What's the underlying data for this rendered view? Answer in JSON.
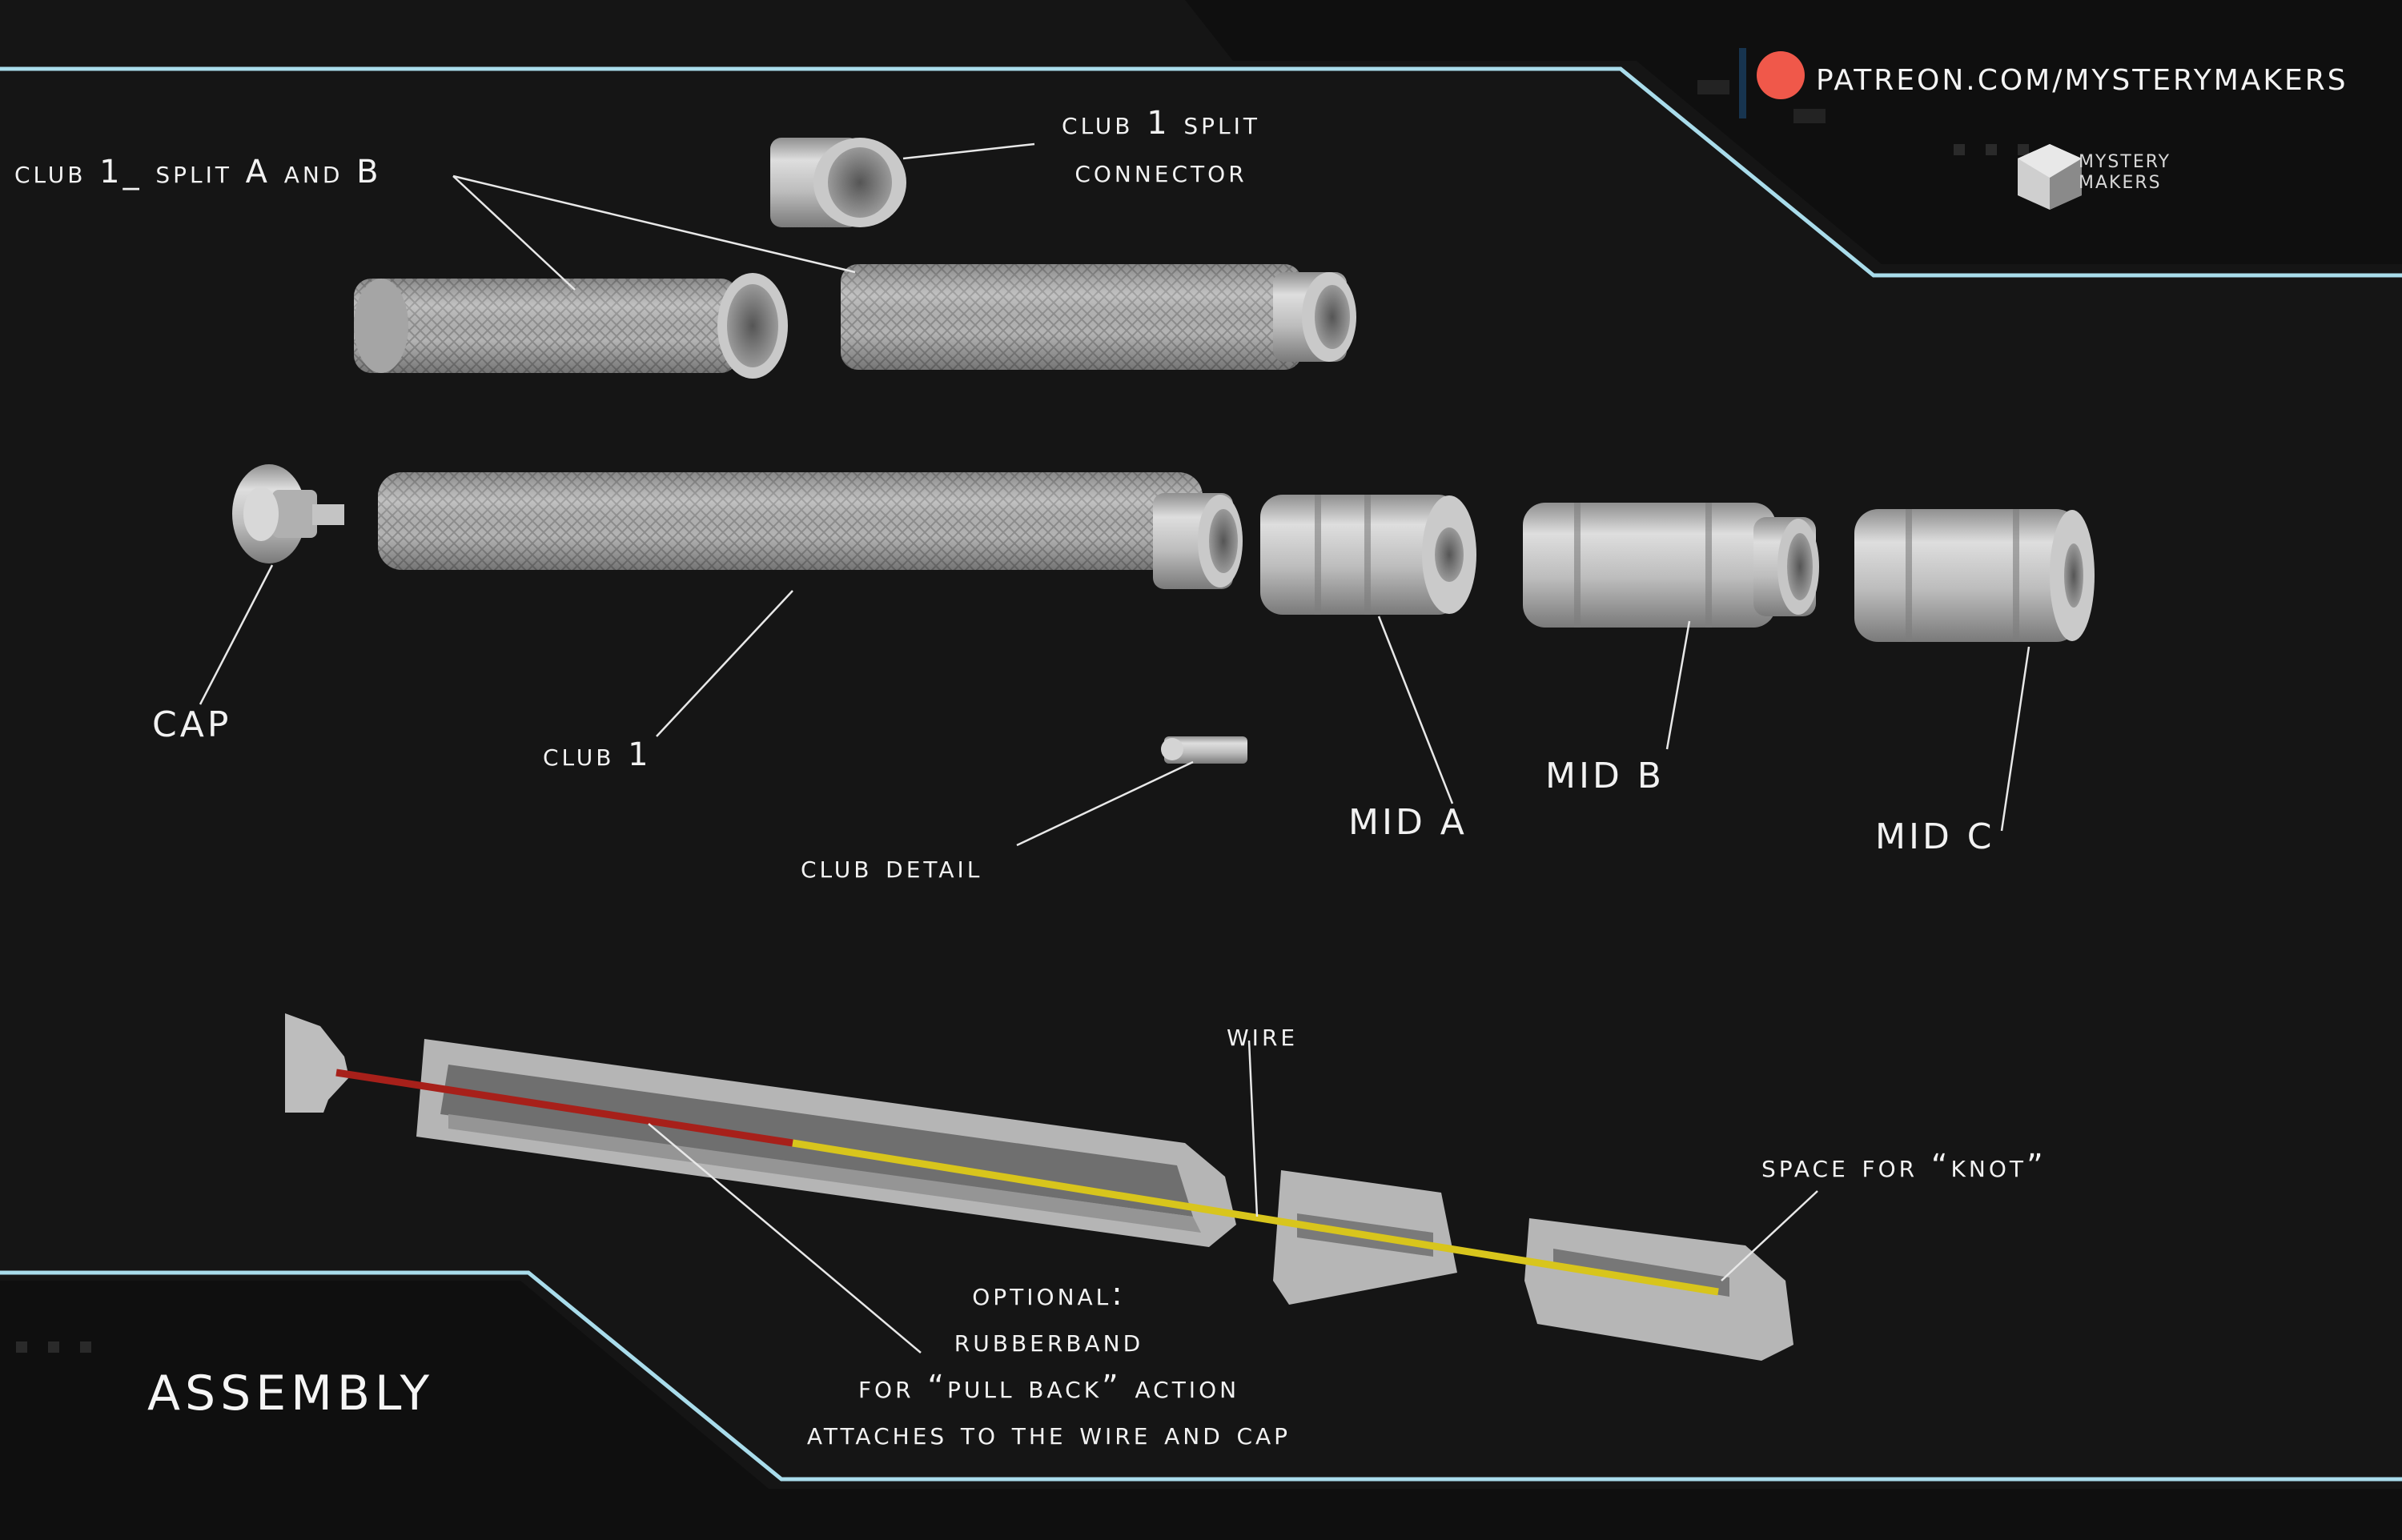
{
  "brand": {
    "url": "PATREON.COM/MYSTERYMAKERS",
    "logo_line1": "MYSTERY",
    "logo_line2": "MAKERS",
    "dot_color": "#f0584a"
  },
  "title": "ASSEMBLY",
  "labels": {
    "split_ab": "club 1_ split A and B",
    "connector_line1": "club 1 split",
    "connector_line2": "connector",
    "cap": "CAP",
    "club1": "club 1",
    "club_detail": "club detail",
    "mid_a": "MID A",
    "mid_b": "MID B",
    "mid_c": "MID C",
    "wire": "wire",
    "knot": "space for “knot”",
    "optional_line1": "optional:",
    "optional_line2": "rubberband",
    "optional_line3": "for “pull back” action",
    "optional_line4": "attaches to the wire and cap"
  },
  "colors": {
    "background": "#151515",
    "frame_line": "#9fd4e4",
    "part_metal": "#b8b8b8",
    "rubberband": "#b0221b",
    "wire": "#d6c21a"
  }
}
